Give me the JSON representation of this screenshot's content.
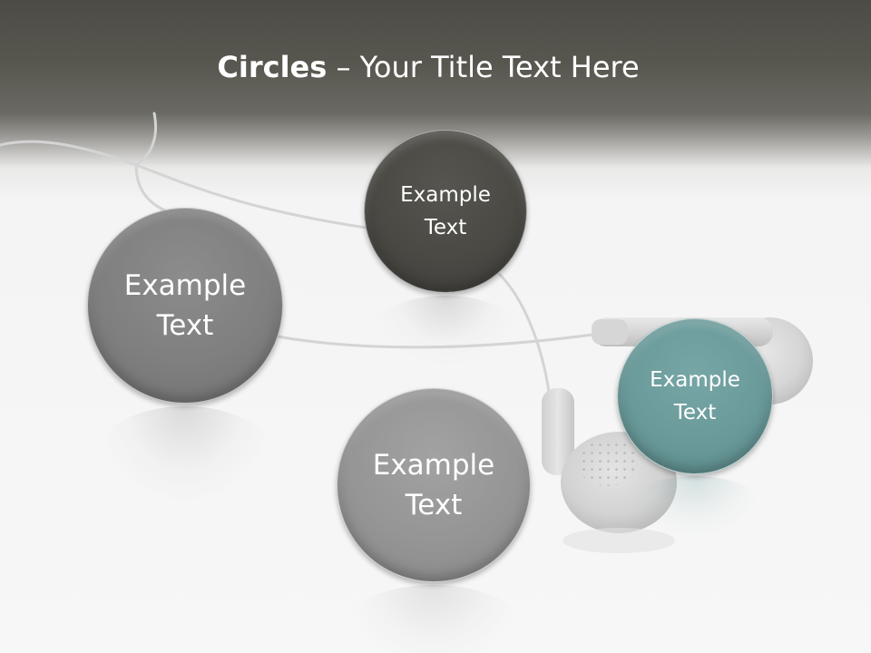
{
  "slide": {
    "title_bold": "Circles",
    "title_rest": " – Your Title Text Here"
  },
  "circles": [
    {
      "id": "left",
      "label": "Example\nText",
      "color": "#7f7f7f"
    },
    {
      "id": "top",
      "label": "Example\nText",
      "color": "#4a4944"
    },
    {
      "id": "bottom",
      "label": "Example\nText",
      "color": "#959595"
    },
    {
      "id": "teal",
      "label": "Example\nText",
      "color": "#6a9a9a"
    }
  ],
  "colors": {
    "header_band": "#4c4b46",
    "background": "#f7f7f7",
    "title_text": "#ffffff",
    "accent_teal": "#6a9a9a"
  },
  "decor": {
    "background_image": "earbuds-icon"
  }
}
